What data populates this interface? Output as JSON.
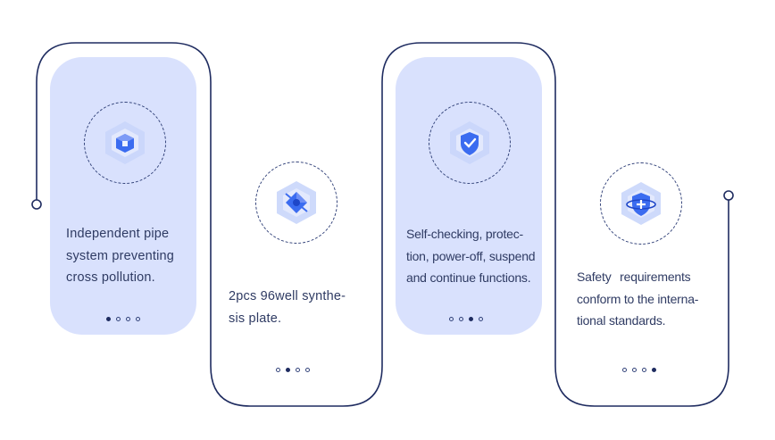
{
  "cards": [
    {
      "text_lines": [
        "Independent pipe",
        "system preventing",
        "cross pollution."
      ],
      "icon": "cube-icon",
      "active_dot": 0,
      "dot_count": 4
    },
    {
      "text_lines": [
        "2pcs 96well synthe-",
        "sis plate."
      ],
      "icon": "plate-icon",
      "active_dot": 1,
      "dot_count": 4
    },
    {
      "text_lines": [
        "Self-checking, protec-",
        "tion, power-off, suspend",
        "and continue functions."
      ],
      "icon": "shield-check-icon",
      "active_dot": 2,
      "dot_count": 4
    },
    {
      "text_lines": [
        "Safety requirements",
        "conform to the interna-",
        "tional standards."
      ],
      "icon": "shield-plus-icon",
      "active_dot": 3,
      "dot_count": 4
    }
  ],
  "colors": {
    "card_fill": "#d9e1fd",
    "line": "#1f2c60",
    "text": "#2f3b63",
    "icon_primary": "#3b6cf0",
    "icon_light": "#c9d6fb"
  }
}
